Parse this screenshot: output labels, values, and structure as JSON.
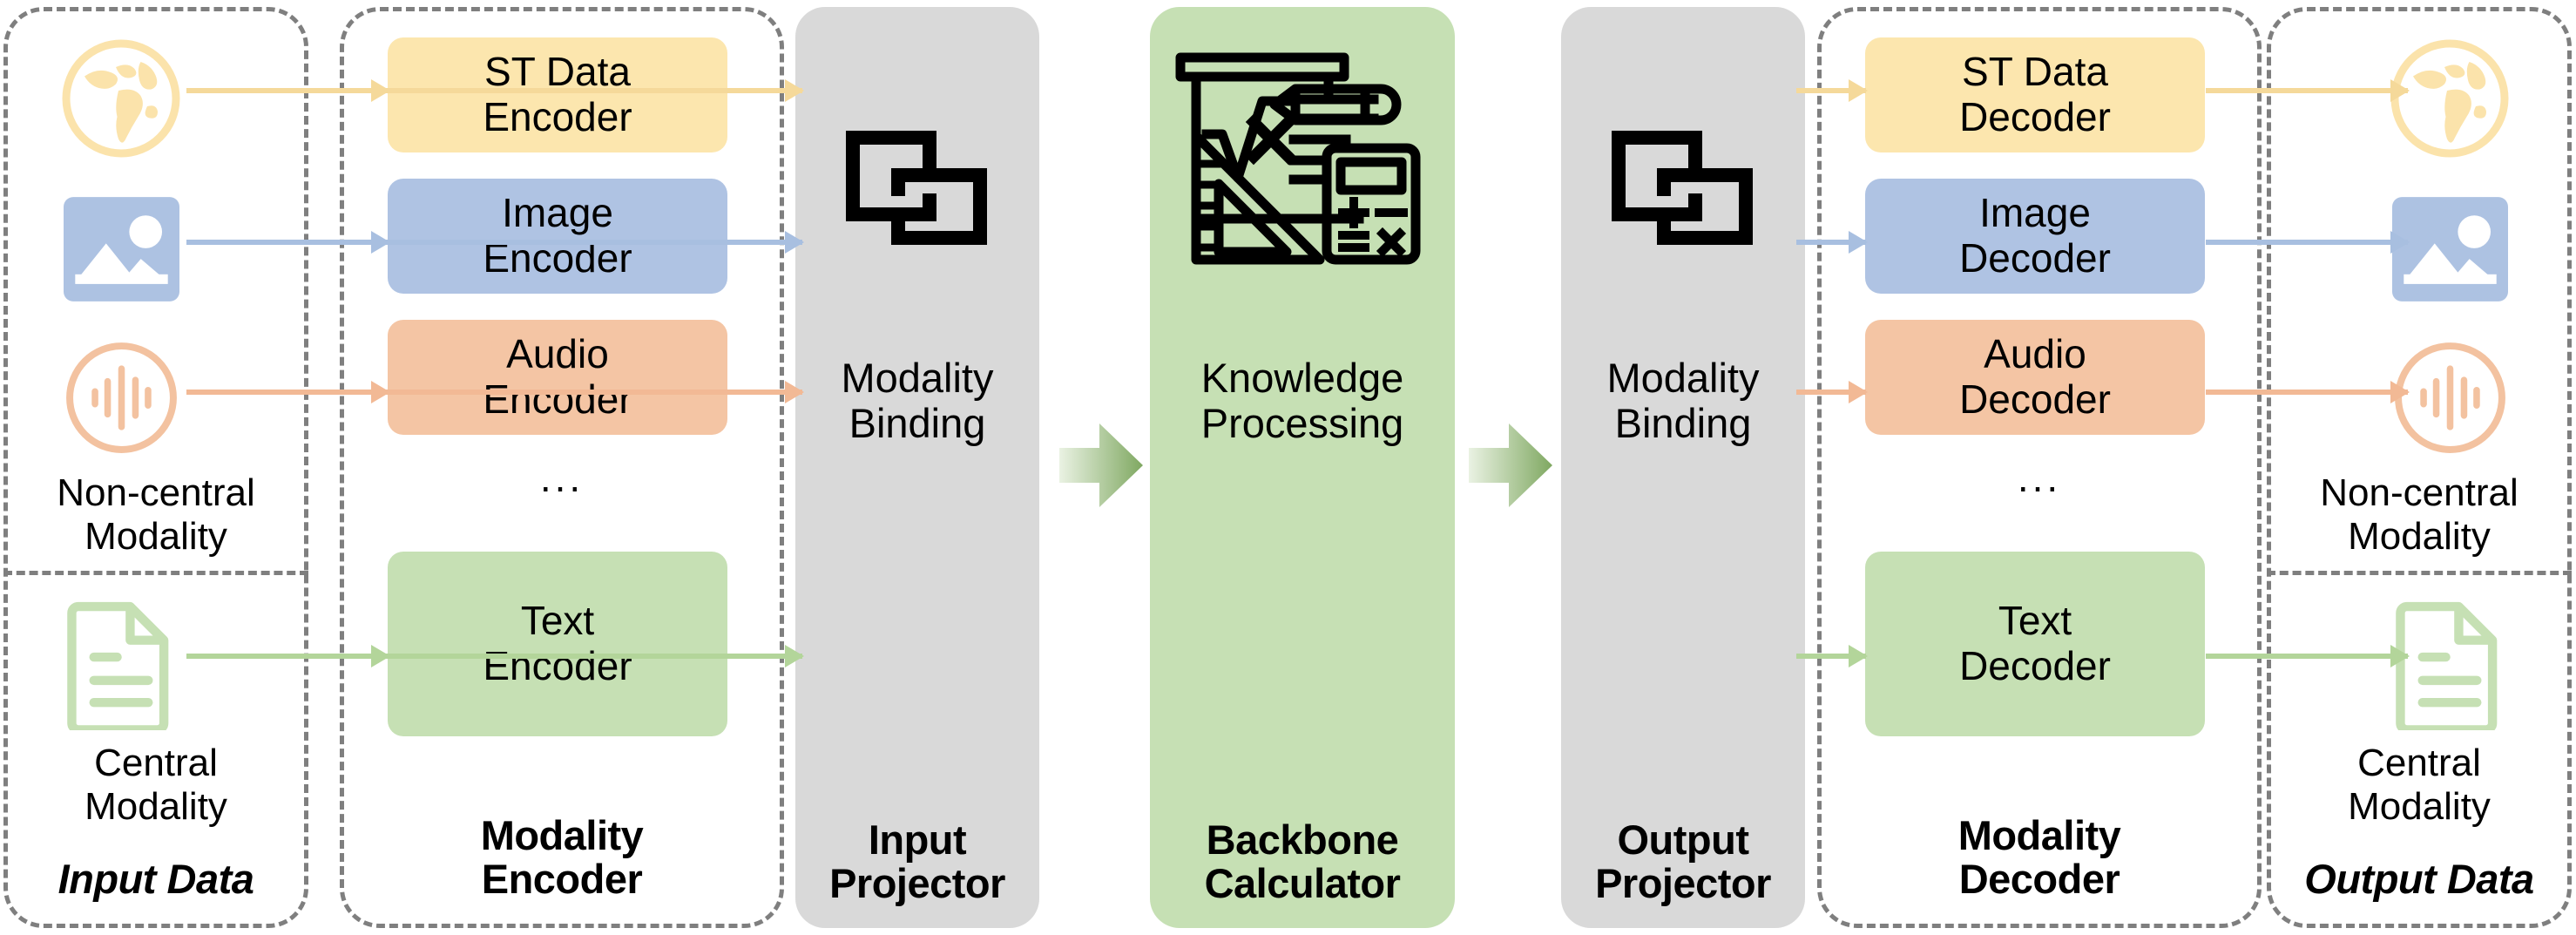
{
  "diagram": {
    "title": "Any-to-Any Multimodal Model Pipeline",
    "colors": {
      "st_data": "#fce6ae",
      "image": "#afc3e3",
      "audio": "#f4c5a4",
      "text": "#c6e0b4",
      "projector_bg": "#d9d9d9",
      "backbone_bg": "#c6e0b4",
      "dashed_border": "#7f7f7f",
      "arrow_st": "#f5d99a",
      "arrow_image": "#a8bfe0",
      "arrow_audio": "#f2b995",
      "arrow_text": "#b3d59a"
    }
  },
  "panels": {
    "input_data": {
      "caption": "Input Data",
      "caption_style": "bold-italic",
      "noncentral_label": "Non-central\nModality",
      "noncentral_label_l1": "Non-central",
      "noncentral_label_l2": "Modality",
      "central_label_l1": "Central",
      "central_label_l2": "Modality",
      "icons": [
        {
          "name": "globe-icon",
          "modality": "ST Data",
          "color": "#fce6ae"
        },
        {
          "name": "image-icon",
          "modality": "Image",
          "color": "#afc3e3"
        },
        {
          "name": "audio-waveform-icon",
          "modality": "Audio",
          "color": "#f4c5a4"
        },
        {
          "name": "document-icon",
          "modality": "Text",
          "color": "#c6e0b4"
        }
      ]
    },
    "modality_encoder": {
      "caption_l1": "Modality",
      "caption_l2": "Encoder",
      "ellipsis": "...",
      "boxes": [
        {
          "line1": "ST Data",
          "line2": "Encoder",
          "color": "#fce6ae"
        },
        {
          "line1": "Image",
          "line2": "Encoder",
          "color": "#afc3e3"
        },
        {
          "line1": "Audio",
          "line2": "Encoder",
          "color": "#f4c5a4"
        },
        {
          "line1": "Text",
          "line2": "Encoder",
          "color": "#c6e0b4"
        }
      ]
    },
    "input_projector": {
      "caption_l1": "Input",
      "caption_l2": "Projector",
      "label_l1": "Modality",
      "label_l2": "Binding",
      "icon": "modality-binding-icon"
    },
    "backbone": {
      "caption_l1": "Backbone",
      "caption_l2": "Calculator",
      "label_l1": "Knowledge",
      "label_l2": "Processing",
      "icon": "whiteboard-math-calculator-icon"
    },
    "output_projector": {
      "caption_l1": "Output",
      "caption_l2": "Projector",
      "label_l1": "Modality",
      "label_l2": "Binding",
      "icon": "modality-binding-icon"
    },
    "modality_decoder": {
      "caption_l1": "Modality",
      "caption_l2": "Decoder",
      "ellipsis": "...",
      "boxes": [
        {
          "line1": "ST Data",
          "line2": "Decoder",
          "color": "#fce6ae"
        },
        {
          "line1": "Image",
          "line2": "Decoder",
          "color": "#afc3e3"
        },
        {
          "line1": "Audio",
          "line2": "Decoder",
          "color": "#f4c5a4"
        },
        {
          "line1": "Text",
          "line2": "Decoder",
          "color": "#c6e0b4"
        }
      ]
    },
    "output_data": {
      "caption": "Output Data",
      "caption_style": "bold-italic",
      "noncentral_label_l1": "Non-central",
      "noncentral_label_l2": "Modality",
      "central_label_l1": "Central",
      "central_label_l2": "Modality",
      "icons": [
        {
          "name": "globe-icon",
          "modality": "ST Data",
          "color": "#fce6ae"
        },
        {
          "name": "image-icon",
          "modality": "Image",
          "color": "#afc3e3"
        },
        {
          "name": "audio-waveform-icon",
          "modality": "Audio",
          "color": "#f4c5a4"
        },
        {
          "name": "document-icon",
          "modality": "Text",
          "color": "#c6e0b4"
        }
      ]
    }
  }
}
